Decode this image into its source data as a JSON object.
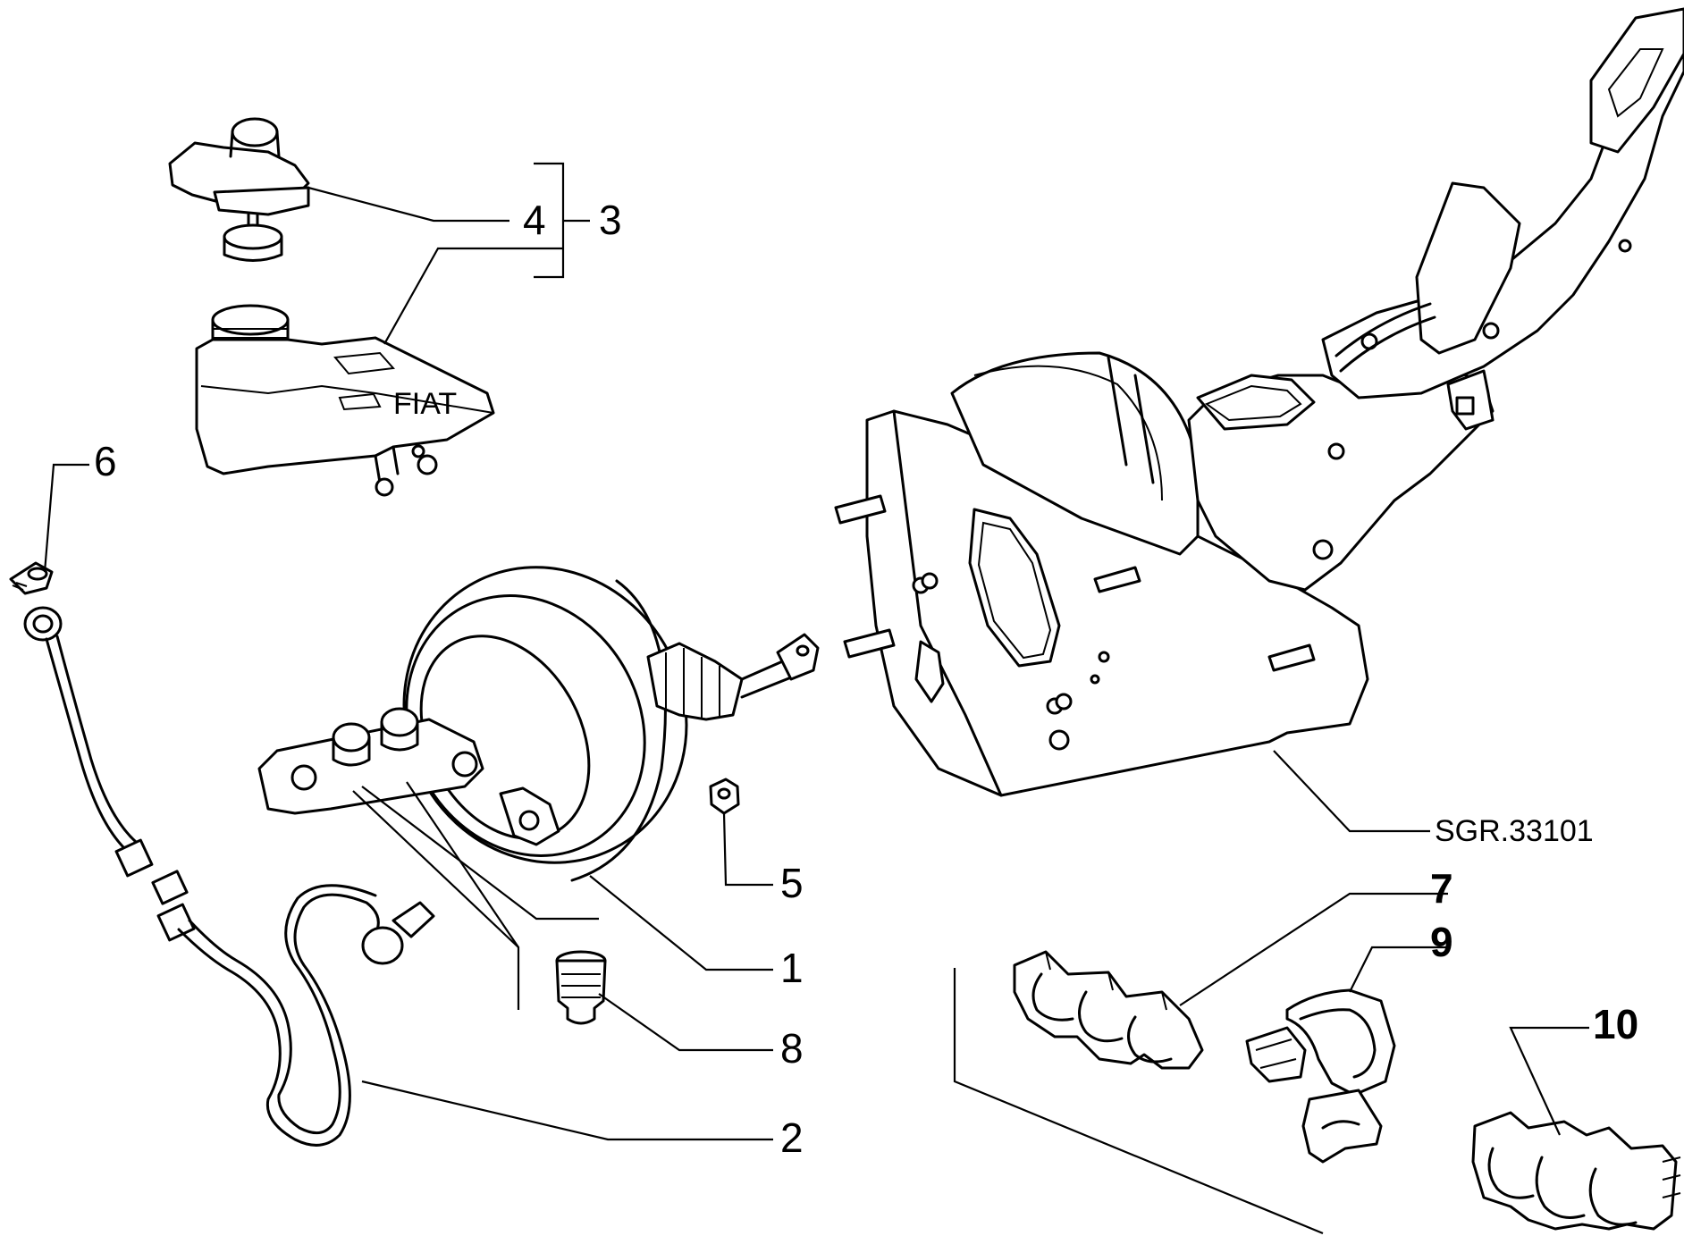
{
  "diagram": {
    "reference_code": "SGR.33101",
    "callouts": [
      {
        "id": "1",
        "label": "1"
      },
      {
        "id": "2",
        "label": "2"
      },
      {
        "id": "3",
        "label": "3"
      },
      {
        "id": "4",
        "label": "4"
      },
      {
        "id": "5",
        "label": "5"
      },
      {
        "id": "6",
        "label": "6"
      },
      {
        "id": "7",
        "label": "7"
      },
      {
        "id": "8",
        "label": "8"
      },
      {
        "id": "9",
        "label": "9"
      },
      {
        "id": "10",
        "label": "10"
      }
    ],
    "reservoir_logo": "FIAT"
  }
}
